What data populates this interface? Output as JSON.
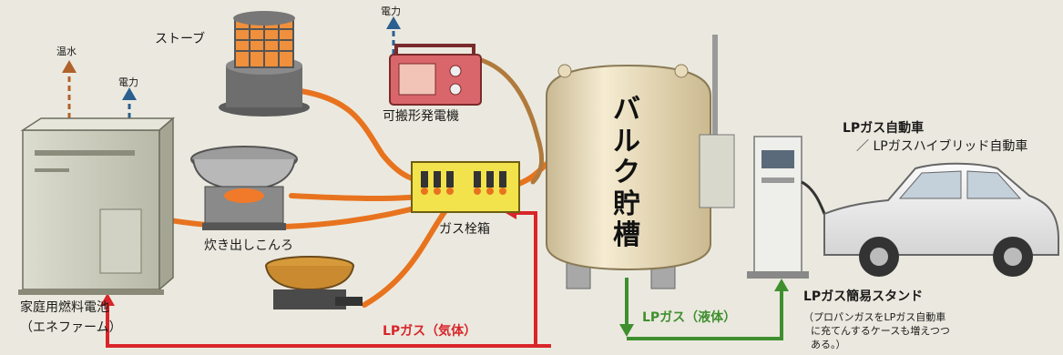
{
  "labels": {
    "hot_water": "温水",
    "power_fc": "電力",
    "stove": "ストーブ",
    "power_gen": "電力",
    "generator": "可搬形発電機",
    "cooker": "炊き出しこんろ",
    "gas_box": "ガス栓箱",
    "fuel_cell": "家庭用燃料電池",
    "fuel_cell_sub": "（エネファーム）",
    "lp_gas_vapor": "LPガス（気体）",
    "lp_gas_liquid": "LPガス（液体）",
    "car": "LPガス自動車",
    "car_sub": "／ LPガスハイブリッド自動車",
    "stand": "LPガス簡易スタンド",
    "stand_note_1": "（プロパンガスをLPガス自動車",
    "stand_note_2": "に充てんするケースも増えつつ",
    "stand_note_3": "ある。）"
  },
  "tank": {
    "chars": [
      "バ",
      "ル",
      "ク",
      "貯",
      "槽"
    ]
  },
  "colors": {
    "background": "#ebe9df",
    "gas_pipe": "#e8731f",
    "vapor_arrow": "#d9252a",
    "liquid_arrow": "#3f8f2f",
    "power_arrow": "#2a5f8f",
    "hot_water_arrow": "#b0622a",
    "tank": "#efe3c4"
  }
}
